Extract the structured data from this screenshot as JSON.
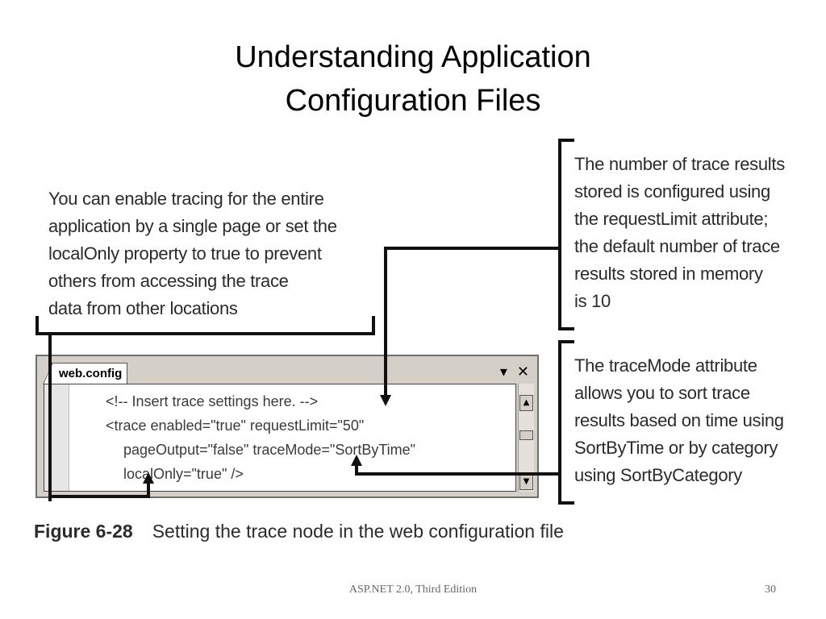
{
  "slide": {
    "title_lines": [
      "Understanding Application",
      "Configuration Files"
    ]
  },
  "callouts": {
    "left": [
      "You can enable tracing for the entire",
      "application by a single page or set the",
      "localOnly property to true to prevent",
      "others from accessing the trace",
      "data from other locations"
    ],
    "right_top": [
      "The number of trace results",
      "stored is configured using",
      "the requestLimit attribute;",
      "the default number of trace",
      "results stored in memory",
      "is 10"
    ],
    "right_bottom": [
      "The traceMode attribute",
      "allows you to sort trace",
      "results based on time using",
      "SortByTime or by category",
      "using SortByCategory"
    ]
  },
  "editor": {
    "tab_label": "web.config",
    "controls": {
      "dropdown_icon": "triangle-down-icon",
      "dropdown_glyph": "▾",
      "close_icon": "close-icon",
      "close_glyph": "✕"
    },
    "code_lines": [
      "<!-- Insert trace settings here. -->",
      "<trace enabled=\"true\" requestLimit=\"50\"",
      "pageOutput=\"false\" traceMode=\"SortByTime\"",
      "localOnly=\"true\" />"
    ],
    "scroll_up_glyph": "▲",
    "scroll_down_glyph": "▼"
  },
  "figure": {
    "number": "Figure 6-28",
    "caption": "Setting the trace node in the web configuration file"
  },
  "footer": {
    "text": "ASP.NET 2.0, Third Edition",
    "page_number": "30"
  }
}
